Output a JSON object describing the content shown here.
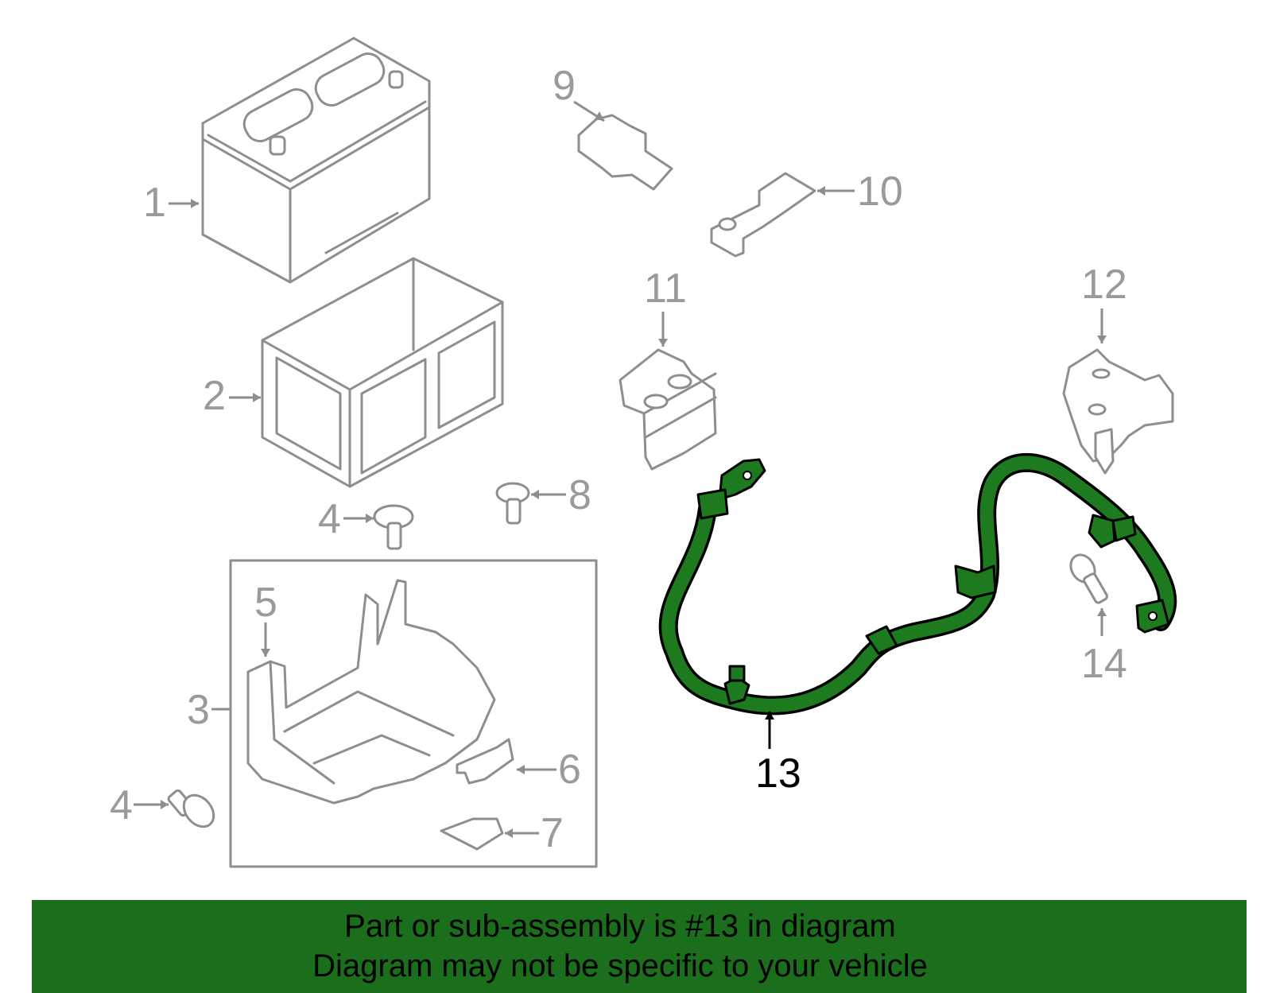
{
  "callouts": [
    {
      "id": "1",
      "label": "1"
    },
    {
      "id": "2",
      "label": "2"
    },
    {
      "id": "3",
      "label": "3"
    },
    {
      "id": "4a",
      "label": "4"
    },
    {
      "id": "4b",
      "label": "4"
    },
    {
      "id": "5",
      "label": "5"
    },
    {
      "id": "6",
      "label": "6"
    },
    {
      "id": "7",
      "label": "7"
    },
    {
      "id": "8",
      "label": "8"
    },
    {
      "id": "9",
      "label": "9"
    },
    {
      "id": "10",
      "label": "10"
    },
    {
      "id": "11",
      "label": "11"
    },
    {
      "id": "12",
      "label": "12"
    },
    {
      "id": "13",
      "label": "13",
      "highlighted": true
    },
    {
      "id": "14",
      "label": "14"
    }
  ],
  "highlight_color": "#1e7a1e",
  "banner": {
    "line1": "Part or sub-assembly is #13 in diagram",
    "line2": "Diagram may not be specific to your vehicle",
    "background": "#1b6e1b"
  }
}
